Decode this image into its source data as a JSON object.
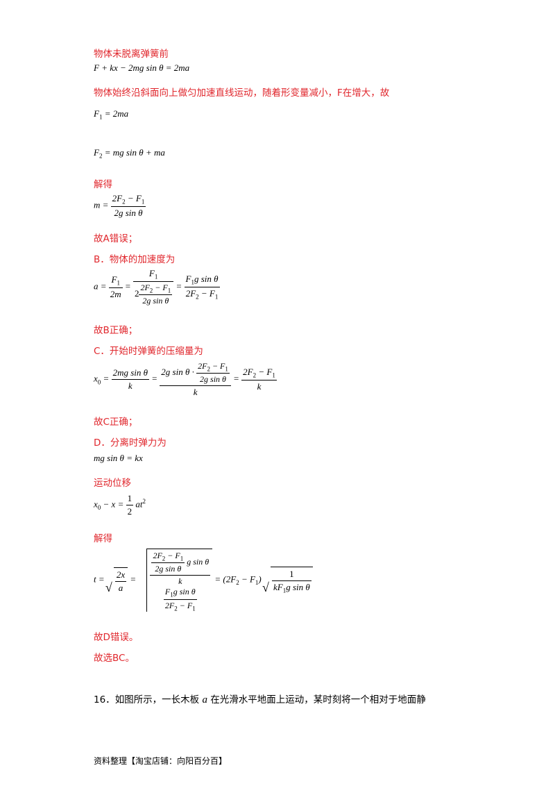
{
  "lines": {
    "l1": "物体未脱离弹簧前",
    "l2": "物体始终沿斜面向上做匀加速直线运动，随着形变量减小，F在增大，故",
    "jiede1": "解得",
    "a_wrong": "故A错误；",
    "b_label": "B．物体的加速度为",
    "b_right": "故B正确；",
    "c_label": "C．开始时弹簧的压缩量为",
    "c_right": "故C正确；",
    "d_label": "D．分离时弹力为",
    "yundong": "运动位移",
    "jiede2": "解得",
    "d_wrong": "故D错误。",
    "choose": "故选BC。"
  },
  "question": {
    "num": "16．",
    "text_pre": "如图所示，一长木板",
    "var": "a",
    "text_post": "在光滑水平地面上运动，某时刻将一个相对于地面静"
  },
  "footer": "资料整理【淘宝店铺：向阳百分百】"
}
